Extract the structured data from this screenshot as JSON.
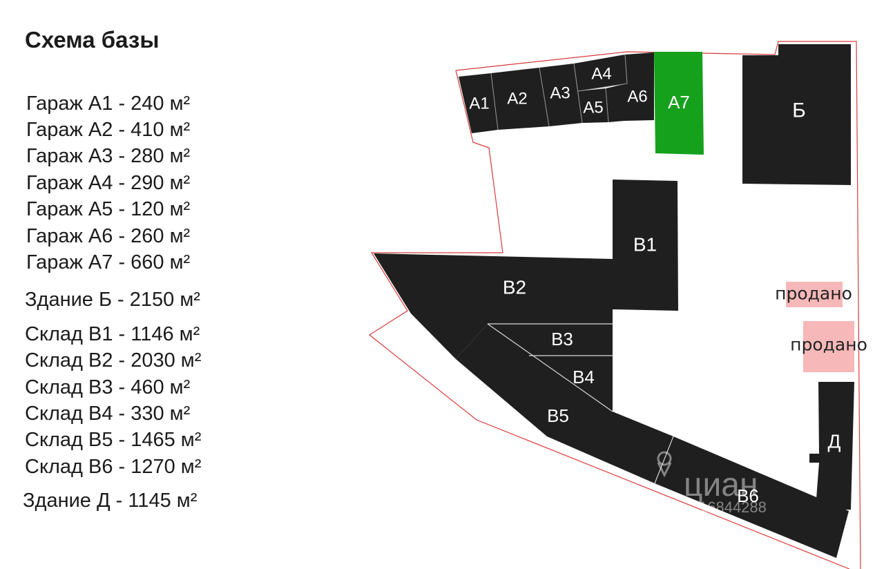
{
  "title": "Схема базы",
  "legend": [
    "Гараж А1 - 240 м²",
    "Гараж А2 - 410 м²",
    "Гараж А3 - 280 м²",
    "Гараж А4 - 290 м²",
    "Гараж А5 - 120 м²",
    "Гараж А6 - 260 м²",
    "Гараж А7 - 660 м²",
    "Здание Б - 2150 м²",
    "Склад В1 - 1146 м²",
    "Склад В2 - 2030 м²",
    "Склад В3 - 460 м²",
    "Склад В4 - 330 м²",
    "Склад В5 - 1465 м²",
    "Склад В6 - 1270 м²",
    "Здание Д - 1145 м²"
  ],
  "buildings": {
    "a1": "А1",
    "a2": "А2",
    "a3": "А3",
    "a4": "А4",
    "a5": "А5",
    "a6": "А6",
    "a7": "А7",
    "b": "Б",
    "v1": "В1",
    "v2": "В2",
    "v3": "В3",
    "v4": "В4",
    "v5": "В5",
    "v6": "В6",
    "d": "Д"
  },
  "sold": [
    "продано",
    "продано"
  ],
  "watermark": {
    "brand": "циан",
    "number": "16844288"
  },
  "colors": {
    "building": "#1f1f1f",
    "highlight": "#16a11c",
    "sold": "#f6b8b8",
    "boundary": "#d63a3a"
  }
}
